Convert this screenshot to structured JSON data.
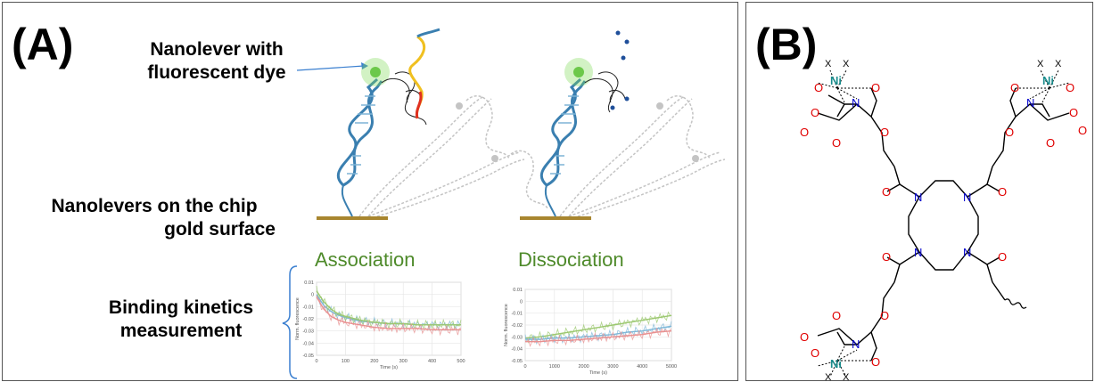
{
  "panel_a": {
    "letter": "(A)",
    "label_nanolever_line1": "Nanolever with",
    "label_nanolever_line2": "fluorescent dye",
    "label_chip_line1": "Nanolevers on the chip",
    "label_chip_line2": "gold surface",
    "label_binding_line1": "Binding kinetics",
    "label_binding_line2": "measurement",
    "association_title": "Association",
    "dissociation_title": "Dissociation"
  },
  "panel_b": {
    "letter": "(B)",
    "atom_ni": "Ni",
    "atom_n": "N",
    "atom_o": "O",
    "atom_x": "X"
  },
  "colors": {
    "dna": "#3a7fb0",
    "dna_faded": "#b8b8b8",
    "gold": "#a8862f",
    "glow": "#7ed957",
    "phase_title": "#4e8a2a",
    "oxygen": "#e00000",
    "nitrogen": "#0000cc",
    "nickel": "#1a8c8c",
    "series_blue": "#7fb8d8",
    "series_green": "#9cc870",
    "series_red": "#e89090"
  },
  "chart_data": [
    {
      "type": "line",
      "title": "Association",
      "xlabel": "Time (s)",
      "ylabel": "Norm. fluorescence",
      "xlim": [
        0,
        500
      ],
      "ylim": [
        -0.05,
        0.01
      ],
      "xticks": [
        "0",
        "100",
        "200",
        "300",
        "400",
        "500"
      ],
      "yticks": [
        "0.01",
        "0",
        "-0.01",
        "-0.02",
        "-0.03",
        "-0.04",
        "-0.05"
      ],
      "grid": true,
      "series": [
        {
          "color": "#7fb8d8",
          "x": [
            0,
            25,
            50,
            75,
            100,
            150,
            200,
            250,
            300,
            350,
            400,
            450,
            500
          ],
          "y": [
            0.0,
            -0.009,
            -0.014,
            -0.017,
            -0.019,
            -0.022,
            -0.023,
            -0.024,
            -0.024,
            -0.025,
            -0.025,
            -0.025,
            -0.025
          ]
        },
        {
          "color": "#9cc870",
          "x": [
            0,
            25,
            50,
            75,
            100,
            150,
            200,
            250,
            300,
            350,
            400,
            450,
            500
          ],
          "y": [
            0.003,
            -0.006,
            -0.012,
            -0.016,
            -0.018,
            -0.021,
            -0.023,
            -0.024,
            -0.024,
            -0.025,
            -0.025,
            -0.025,
            -0.025
          ]
        },
        {
          "color": "#e89090",
          "x": [
            0,
            25,
            50,
            75,
            100,
            150,
            200,
            250,
            300,
            350,
            400,
            450,
            500
          ],
          "y": [
            -0.002,
            -0.012,
            -0.018,
            -0.021,
            -0.023,
            -0.025,
            -0.027,
            -0.028,
            -0.028,
            -0.028,
            -0.029,
            -0.029,
            -0.029
          ]
        }
      ]
    },
    {
      "type": "line",
      "title": "Dissociation",
      "xlabel": "Time (s)",
      "ylabel": "Norm. fluorescence",
      "xlim": [
        0,
        5000
      ],
      "ylim": [
        -0.05,
        0.01
      ],
      "xticks": [
        "0",
        "1000",
        "2000",
        "3000",
        "4000",
        "5000"
      ],
      "yticks": [
        "0.01",
        "0",
        "-0.01",
        "-0.02",
        "-0.03",
        "-0.04",
        "-0.05"
      ],
      "grid": true,
      "series": [
        {
          "color": "#9cc870",
          "x": [
            0,
            500,
            1000,
            1500,
            2000,
            2500,
            3000,
            3500,
            4000,
            4500,
            5000
          ],
          "y": [
            -0.031,
            -0.03,
            -0.028,
            -0.026,
            -0.024,
            -0.022,
            -0.02,
            -0.018,
            -0.016,
            -0.014,
            -0.012
          ]
        },
        {
          "color": "#7fb8d8",
          "x": [
            0,
            500,
            1000,
            1500,
            2000,
            2500,
            3000,
            3500,
            4000,
            4500,
            5000
          ],
          "y": [
            -0.032,
            -0.032,
            -0.031,
            -0.031,
            -0.03,
            -0.029,
            -0.028,
            -0.026,
            -0.025,
            -0.023,
            -0.021
          ]
        },
        {
          "color": "#e89090",
          "x": [
            0,
            500,
            1000,
            1500,
            2000,
            2500,
            3000,
            3500,
            4000,
            4500,
            5000
          ],
          "y": [
            -0.034,
            -0.034,
            -0.033,
            -0.033,
            -0.032,
            -0.031,
            -0.03,
            -0.029,
            -0.028,
            -0.026,
            -0.025
          ]
        }
      ]
    }
  ]
}
